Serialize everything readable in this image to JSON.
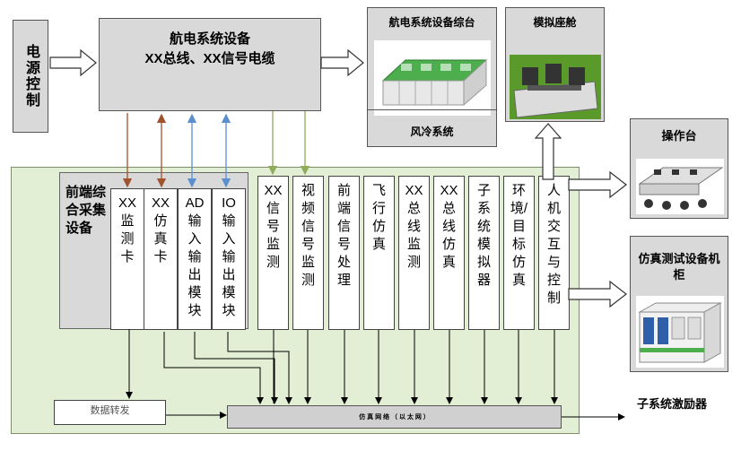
{
  "power": {
    "label": "电源控制"
  },
  "avionics": {
    "line1": "航电系统设备",
    "line2": "XX总线、XX信号电缆"
  },
  "avionics_rig": {
    "title": "航电系统设备综台",
    "footer": "风冷系统"
  },
  "cockpit": {
    "title": "模拟座舱"
  },
  "console": {
    "title": "操作台"
  },
  "test_cabinet": {
    "title": "仿真测试设备机柜"
  },
  "stimulator": {
    "title": "子系统激励器"
  },
  "frontend_group": {
    "label": "前端综合采集设备"
  },
  "modules": [
    {
      "lines": [
        "XX",
        "监",
        "测",
        "卡"
      ]
    },
    {
      "lines": [
        "XX",
        "仿",
        "真",
        "卡"
      ]
    },
    {
      "lines": [
        "AD",
        "输",
        "入",
        "输",
        "出",
        "模",
        "块"
      ]
    },
    {
      "lines": [
        "IO",
        "输",
        "入",
        "输",
        "出",
        "模",
        "块"
      ]
    }
  ],
  "columns": [
    {
      "lines": [
        "XX",
        "信",
        "号",
        "监",
        "测"
      ]
    },
    {
      "lines": [
        "视",
        "频",
        "信",
        "号",
        "监",
        "测"
      ]
    },
    {
      "lines": [
        "前",
        "端",
        "信",
        "号",
        "处",
        "理"
      ]
    },
    {
      "lines": [
        "飞",
        "行",
        "仿",
        "真"
      ]
    },
    {
      "lines": [
        "XX",
        "总",
        "线",
        "监",
        "测"
      ]
    },
    {
      "lines": [
        "XX",
        "总",
        "线",
        "仿",
        "真"
      ]
    },
    {
      "lines": [
        "子",
        "系",
        "统",
        "模",
        "拟",
        "器"
      ]
    },
    {
      "lines": [
        "环",
        "境/",
        "目",
        "标",
        "仿",
        "真"
      ]
    },
    {
      "lines": [
        "人",
        "机",
        "交",
        "互",
        "与",
        "控",
        "制"
      ]
    }
  ],
  "data_forward": {
    "label": "数据转发"
  },
  "sim_network": {
    "label": "仿 真 网 络 （ 以 太 网 ）"
  },
  "colors": {
    "brown_arrow": "#a0522d",
    "blue_arrow": "#5b8fd0",
    "green_arrow": "#8fac5a",
    "panel_green": "#e2efd4",
    "box_gray": "#d9d9d9"
  }
}
